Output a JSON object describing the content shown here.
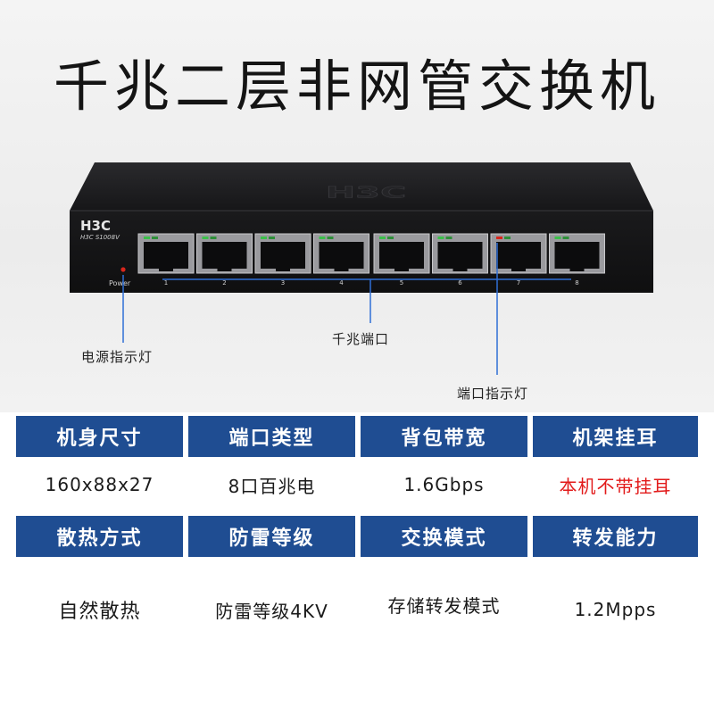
{
  "title": "千兆二层非网管交换机",
  "device": {
    "brand": "H3C",
    "model": "H3C  S1008V",
    "logo_top": "H3C",
    "power_label": "Power",
    "port_numbers": [
      "1",
      "2",
      "3",
      "4",
      "5",
      "6",
      "7",
      "8"
    ]
  },
  "callouts": {
    "power_indicator": "电源指示灯",
    "gigabit_ports": "千兆端口",
    "port_indicator": "端口指示灯"
  },
  "specs": {
    "row1": {
      "headers": [
        "机身尺寸",
        "端口类型",
        "背包带宽",
        "机架挂耳"
      ],
      "values": [
        "160x88x27",
        "8口百兆电",
        "1.6Gbps",
        "本机不带挂耳"
      ]
    },
    "row2": {
      "headers": [
        "散热方式",
        "防雷等级",
        "交换模式",
        "转发能力"
      ],
      "values": [
        "自然散热",
        "防雷等级4KV",
        "存储转发模式",
        "1.2Mpps"
      ]
    }
  },
  "colors": {
    "header_blue": "#1f4d92",
    "highlight_red": "#e21a1a",
    "chassis": "#1e1e20"
  }
}
